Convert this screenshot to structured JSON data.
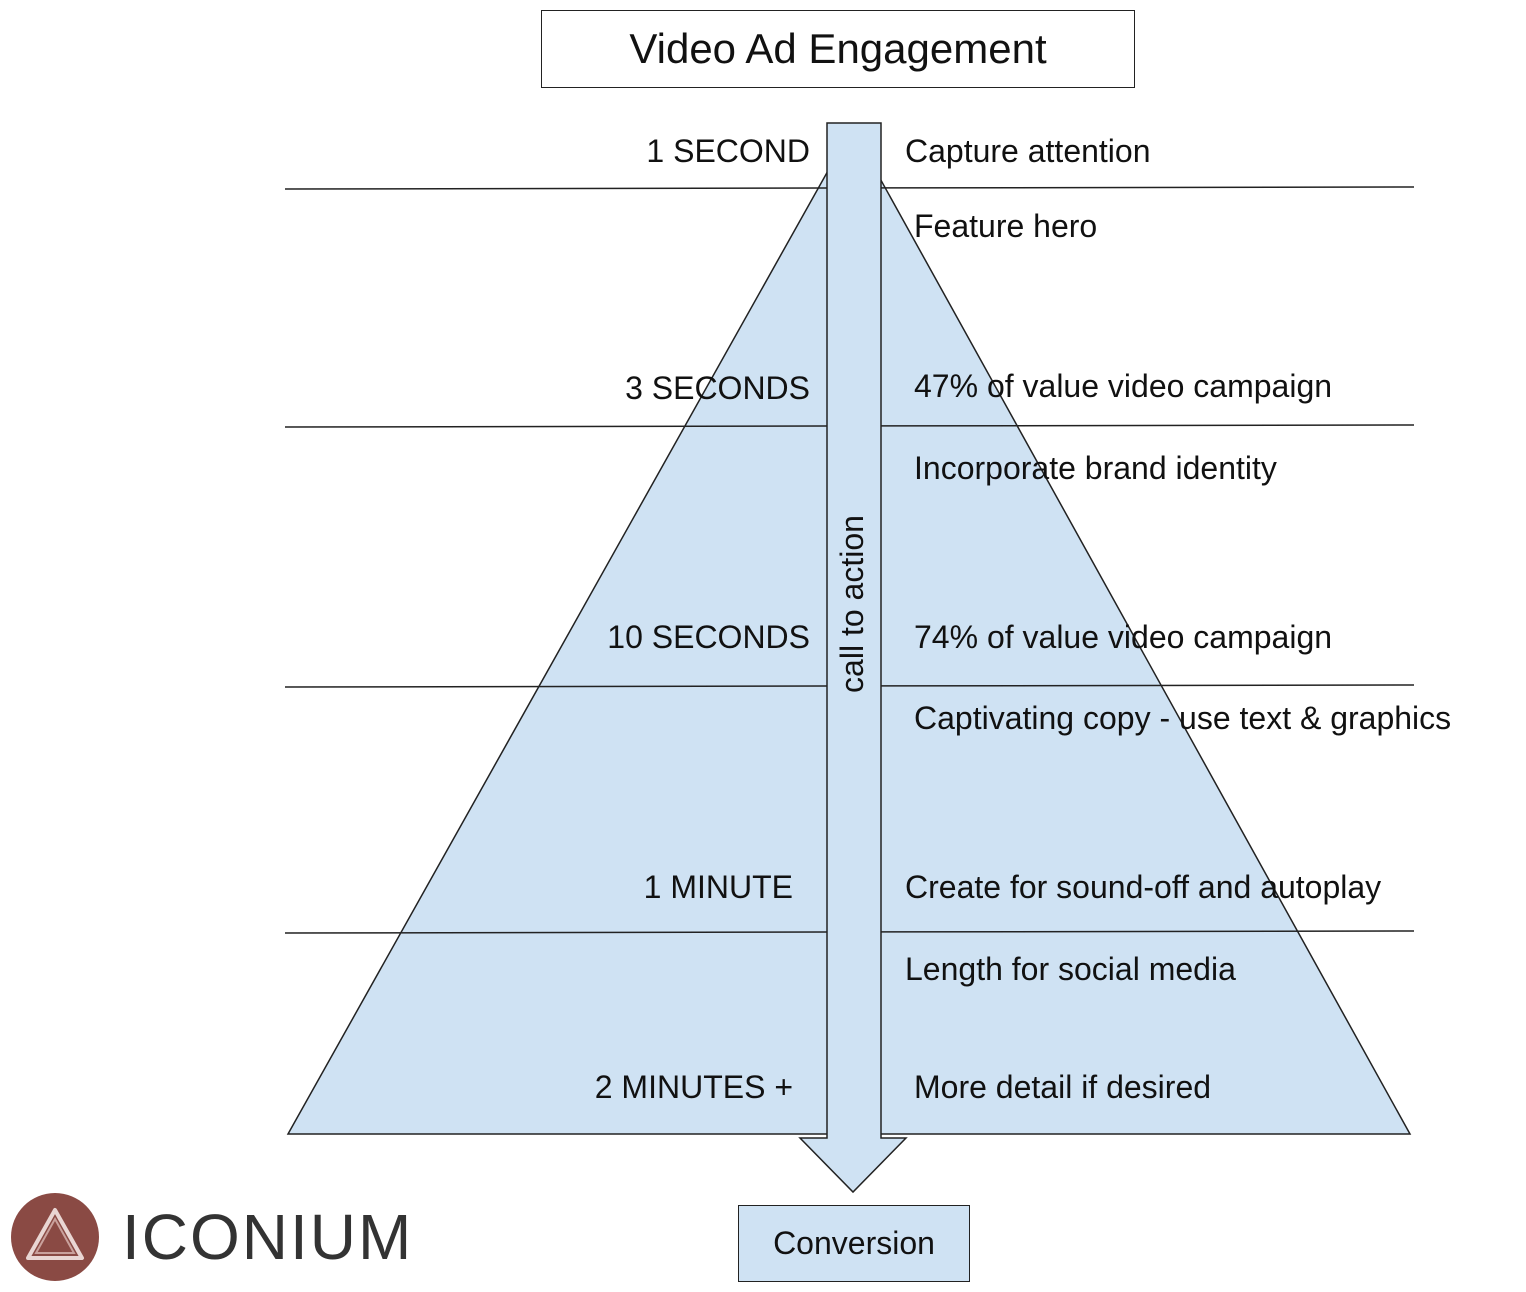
{
  "title": "Video Ad Engagement",
  "time_labels": [
    "1 SECOND",
    "3 SECONDS",
    "10 SECONDS",
    "1 MINUTE",
    "2 MINUTES +"
  ],
  "notes": [
    "Capture attention",
    "Feature hero",
    "47% of value video campaign",
    "Incorporate brand identity",
    "74% of value video campaign",
    "Captivating copy - use text & graphics",
    "Create for sound-off and autoplay",
    "Length for social media",
    "More detail if desired"
  ],
  "arrow_label": "call to action",
  "conversion_label": "Conversion",
  "logo": {
    "text": "ICONIUM",
    "color": "#8a4a44"
  },
  "colors": {
    "fill": "#cfe2f3",
    "line": "#222222"
  }
}
